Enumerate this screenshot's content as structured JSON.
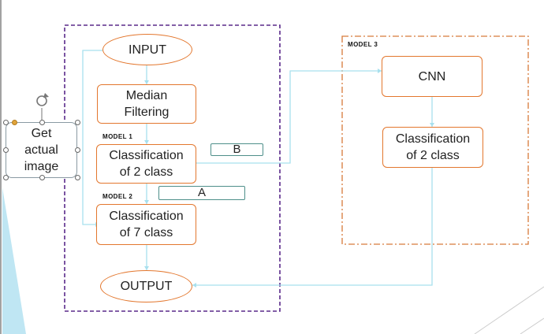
{
  "models": {
    "model1": "MODEL 1",
    "model2": "MODEL 2",
    "model3": "MODEL 3"
  },
  "nodes": {
    "input": "INPUT",
    "median": "Median\nFiltering",
    "classify2_left": "Classification\nof 2 class",
    "classify7": "Classification\nof  7 class",
    "output": "OUTPUT",
    "cnn": "CNN",
    "classify2_right": "Classification\nof  2 class"
  },
  "tags": {
    "b": "B",
    "a": "A"
  },
  "selected_textbox": {
    "text": "Get\nactual\nimage"
  },
  "colors": {
    "node_border": "#e3772e",
    "connector": "#a8e0ee",
    "container_main": "#5a2a8a",
    "container_model3": "#d77a3a",
    "tag_border": "#4e8f8a"
  }
}
